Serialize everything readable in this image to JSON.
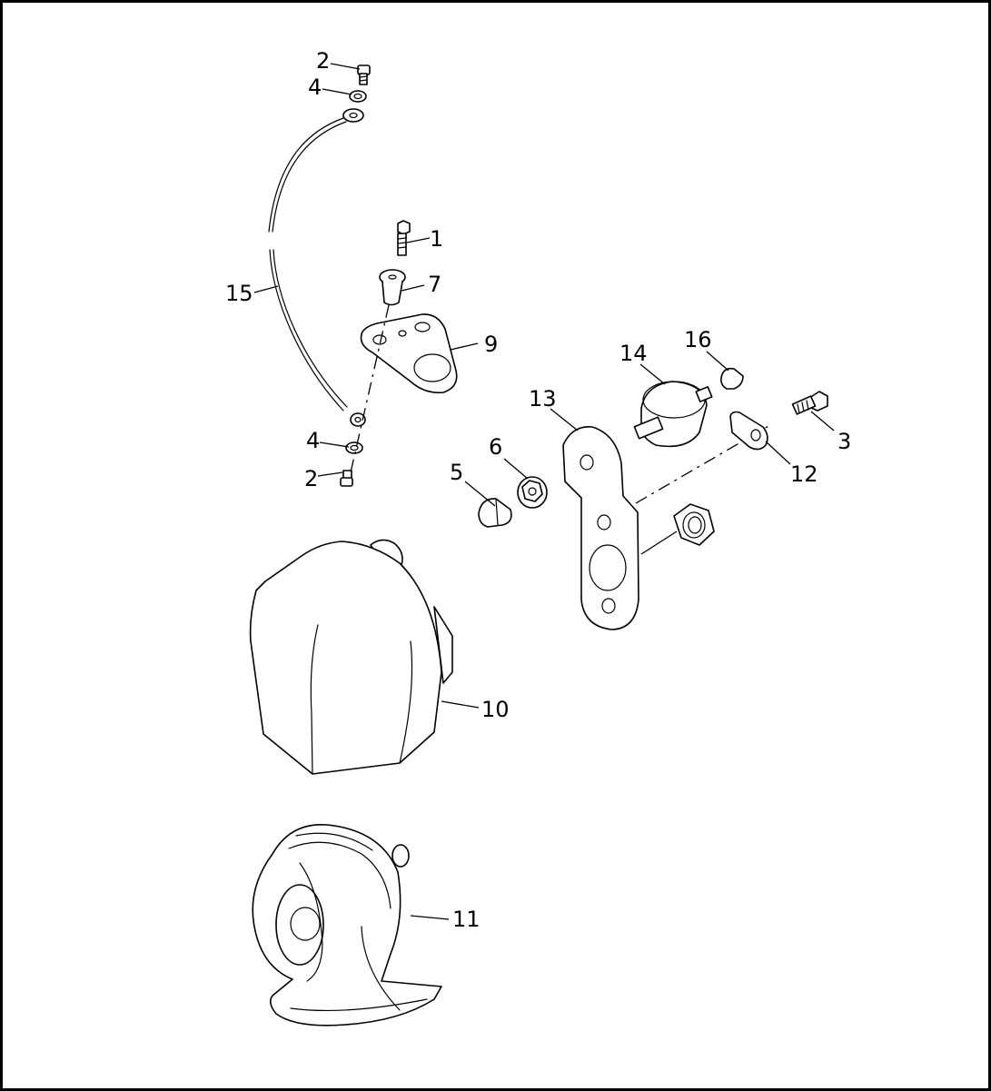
{
  "callouts": {
    "c1": "1",
    "c2_top": "2",
    "c2_bottom": "2",
    "c3": "3",
    "c4_top": "4",
    "c4_bottom": "4",
    "c5": "5",
    "c6": "6",
    "c7": "7",
    "c9": "9",
    "c10": "10",
    "c11": "11",
    "c12": "12",
    "c13": "13",
    "c14": "14",
    "c15": "15",
    "c16": "16"
  },
  "colors": {
    "line": "#000000",
    "background": "#ffffff"
  }
}
